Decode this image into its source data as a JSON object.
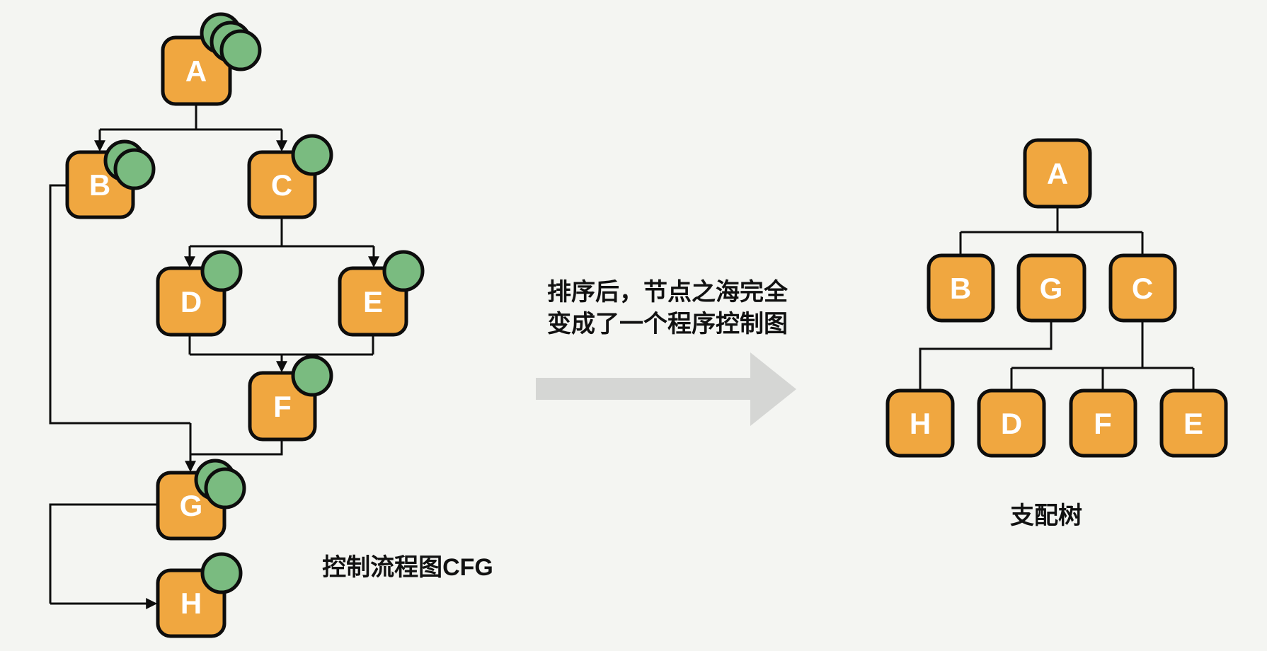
{
  "background_color": "#f4f5f2",
  "colors": {
    "node_fill": "#f0a740",
    "node_stroke": "#0d0d0d",
    "circle_fill": "#7abb80",
    "line": "#0d0d0d",
    "node_label": "#ffffff",
    "text": "#111111",
    "arrow_gray": "#d5d6d4"
  },
  "cfg": {
    "title": "控制流程图CFG",
    "nodes": [
      {
        "id": "A",
        "label": "A",
        "green_circles": 3
      },
      {
        "id": "B",
        "label": "B",
        "green_circles": 2
      },
      {
        "id": "C",
        "label": "C",
        "green_circles": 1
      },
      {
        "id": "D",
        "label": "D",
        "green_circles": 1
      },
      {
        "id": "E",
        "label": "E",
        "green_circles": 1
      },
      {
        "id": "F",
        "label": "F",
        "green_circles": 1
      },
      {
        "id": "G",
        "label": "G",
        "green_circles": 2
      },
      {
        "id": "H",
        "label": "H",
        "green_circles": 1
      }
    ],
    "edges": [
      [
        "A",
        "B"
      ],
      [
        "A",
        "C"
      ],
      [
        "C",
        "D"
      ],
      [
        "C",
        "E"
      ],
      [
        "D",
        "F"
      ],
      [
        "E",
        "F"
      ],
      [
        "B",
        "G"
      ],
      [
        "F",
        "G"
      ],
      [
        "G",
        "H"
      ]
    ]
  },
  "annotation": {
    "line1": "排序后，节点之海完全",
    "line2": "变成了一个程序控制图"
  },
  "dominator_tree": {
    "title": "支配树",
    "nodes": [
      "A",
      "B",
      "G",
      "C",
      "H",
      "D",
      "F",
      "E"
    ],
    "edges": [
      [
        "A",
        "B"
      ],
      [
        "A",
        "G"
      ],
      [
        "A",
        "C"
      ],
      [
        "G",
        "H"
      ],
      [
        "C",
        "D"
      ],
      [
        "C",
        "F"
      ],
      [
        "C",
        "E"
      ]
    ]
  }
}
